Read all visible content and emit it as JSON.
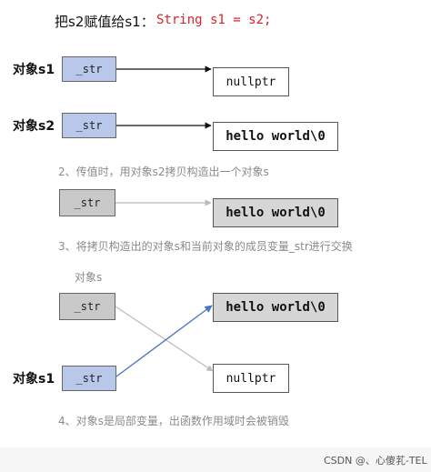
{
  "header": {
    "prefix": "把s2赋值给s1：",
    "code": "String s1 = s2;"
  },
  "rows": {
    "s1_label": "对象s1",
    "s2_label": "对象s2",
    "ptr_text": "_str",
    "nullptr": "nullptr",
    "hello": "hello world\\0"
  },
  "captions": {
    "step2": "2、传值时，用对象s2拷贝构造出一个对象s",
    "step3": "3、将拷贝构造出的对象s和当前对象的成员变量_str进行交换",
    "objs": "对象s",
    "step4": "4、对象s是局部变量，出函数作用域时会被销毁"
  },
  "watermark": "CSDN @、心傻芤-TEL",
  "colors": {
    "blue_box": "#b8c7ea",
    "gray_box": "#c9c9c9",
    "red_code": "#e0202a",
    "arrow_blue": "#4a78c4"
  }
}
